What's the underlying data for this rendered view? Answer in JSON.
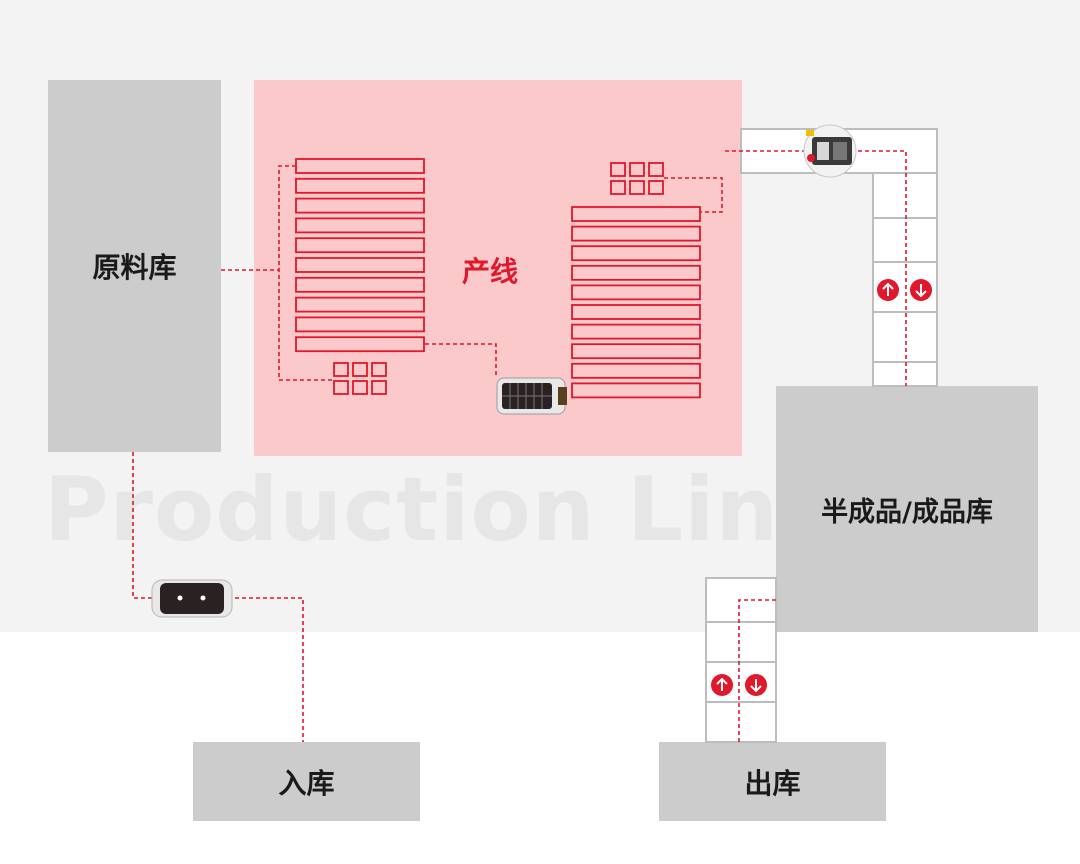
{
  "watermark": "Production Line",
  "areas": {
    "raw": "原料库",
    "line": "产线",
    "semi": "半成品/成品库",
    "inbound": "入库",
    "outbound": "出库"
  },
  "colors": {
    "background_top": "#f3f3f3",
    "block_gray": "#cccccc",
    "line_area": "#fcc9cb",
    "accent_red": "#e1172b",
    "conveyor_gray": "#bdbdbd",
    "robot_dark": "#2a2222"
  },
  "icons": [
    "agv-robot-icon",
    "arrow-up-icon",
    "arrow-down-icon",
    "storage-rack-icon",
    "pallet-grid-icon"
  ]
}
